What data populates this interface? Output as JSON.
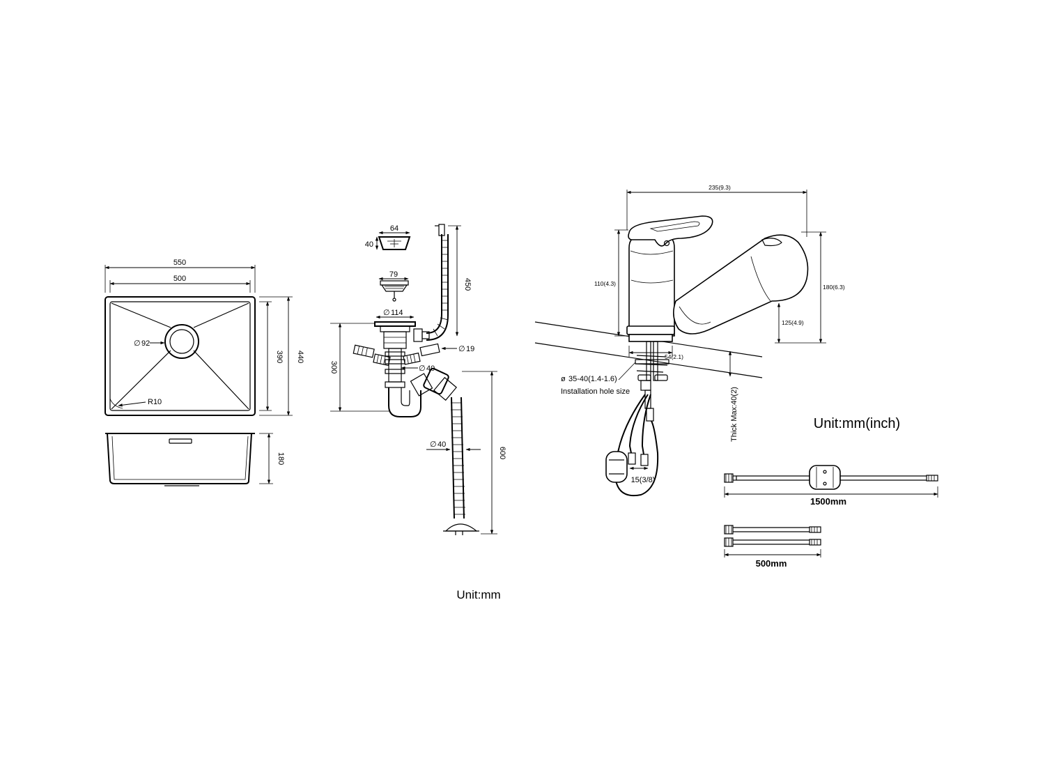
{
  "sink": {
    "dims": {
      "outer_width": "550",
      "inner_width": "500",
      "inner_depth": "390",
      "outer_depth": "440",
      "height": "180",
      "drain_diameter": "92",
      "corner_radius": "R10"
    }
  },
  "drain": {
    "dims": {
      "basket_w": "64",
      "basket_h": "40",
      "strainer": "79",
      "flange": "114",
      "overflow_hose": "450",
      "overflow_dia": "19",
      "trap_height": "300",
      "trap_dia": "40",
      "hose_dia": "40",
      "hose_length": "600"
    },
    "unit_label": "Unit:mm"
  },
  "faucet": {
    "dims": {
      "total_reach": "235(9.3)",
      "height": "110(4.3)",
      "spout_height": "180(6.3)",
      "spout_clearance": "125(4.9)",
      "base": "54(2.1)",
      "connector": "15(3/8)",
      "thick_max": "Thick Max:40(2)"
    },
    "hole_size": "35-40(1.4-1.6)",
    "hole_label": "Installation hole size",
    "unit_label": "Unit:mm(inch)"
  },
  "hoses": {
    "long_length": "1500mm",
    "short_length": "500mm"
  },
  "icons": [
    "diameter-symbol-icon",
    "arrowhead-icon"
  ]
}
